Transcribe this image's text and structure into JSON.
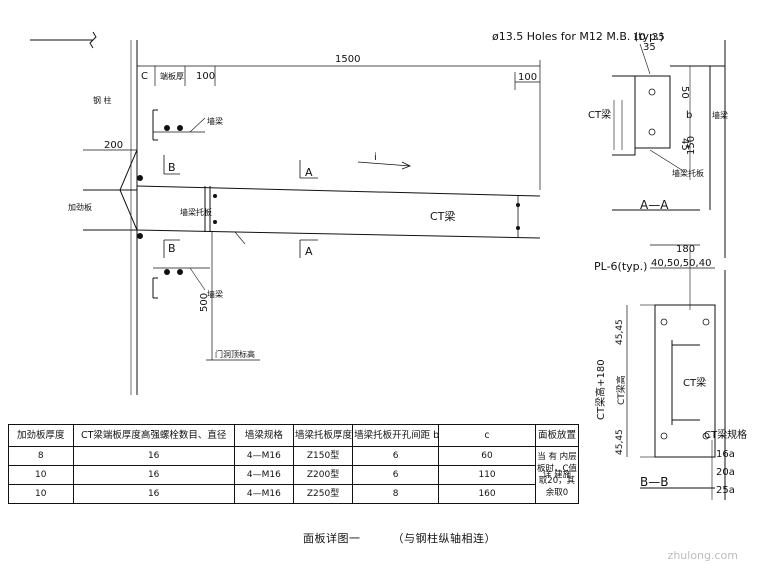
{
  "labels": {
    "steel_column": "钢 柱",
    "dim_1500": "1500",
    "dim_c": "C",
    "end_plate_thick_label": "端板厚",
    "dim_100_left": "100",
    "dim_100_right": "100",
    "wall_beam_upper": "墙梁",
    "wall_beam_lower": "墙梁",
    "dim_200": "200",
    "stiffener": "加劲板",
    "wall_beam_bracket": "墙梁托板",
    "ct_beam_main": "CT梁",
    "section_a_upper": "A",
    "section_a_lower": "A",
    "slope_i": "i",
    "section_b_upper": "B",
    "section_b_lower": "B",
    "dim_500": "500",
    "door_frame_note": "门洞顶标高",
    "holes_note": "ø13.5 Holes for M12 M.B. (typ.)",
    "holes_dim_10": "10",
    "holes_dim_35a": "35",
    "holes_dim_35b": "35",
    "ct_beam_aa": "CT梁",
    "dim_50": "50",
    "dim_b": "b",
    "dim_45_aa": "45",
    "wall_beam_aa": "墙梁",
    "wall_beam_bracket_aa": "墙梁托板",
    "dim_150": "150",
    "section_aa_title": "A—A",
    "dim_180": "180",
    "pl_note": "PL-6(typ.)",
    "pl_dims": "40,50,50,40",
    "dim_45_45_top": "45,45",
    "ct_height_label": "CT梁高+180",
    "ct_beam_side": "CT梁高",
    "ct_beam_bb": "CT梁",
    "dim_45_45_bottom": "45,45",
    "ct_spec_label": "CT梁规格",
    "section_bb_title": "B—B",
    "spec_16a": "16a",
    "spec_20a": "20a",
    "spec_25a": "25a"
  },
  "table": {
    "headers": [
      "加劲板厚度",
      "CT梁端板厚度高强螺栓数目、直径",
      "墙梁规格",
      "墙梁托板厚度",
      "墙梁托板开孔间距 b",
      "c",
      "面板放置"
    ],
    "rows": [
      [
        "8",
        "16",
        "4—M16",
        "Z150型",
        "6",
        "60"
      ],
      [
        "10",
        "16",
        "4—M16",
        "Z200型",
        "6",
        "110"
      ],
      [
        "10",
        "16",
        "4—M16",
        "Z250型",
        "8",
        "160"
      ]
    ],
    "merged_c": "当 有 内层板时，C值取20，其余取0",
    "merged_face": "详 建施"
  },
  "caption": {
    "title": "面板详图一",
    "subtitle": "（与钢柱纵轴相连）"
  },
  "watermark": "zhulong.com"
}
